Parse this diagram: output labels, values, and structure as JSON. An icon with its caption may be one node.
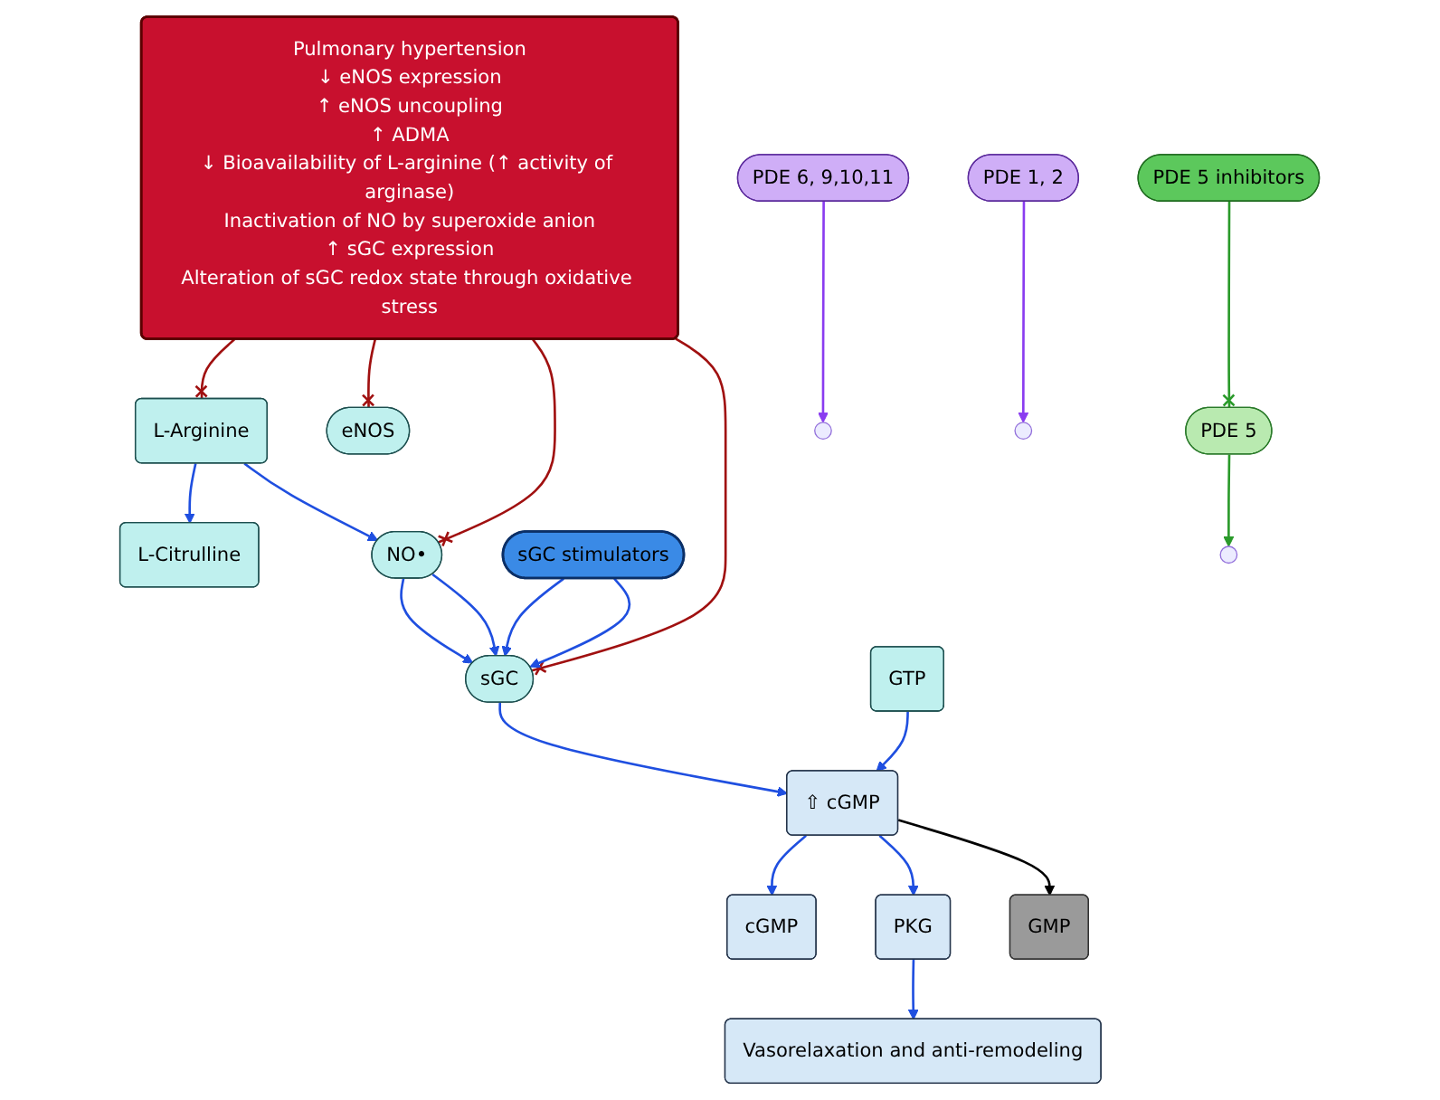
{
  "diagram": {
    "nodes": [
      {
        "text": [
          "Pulmonary hypertension",
          "↓ eNOS expression",
          "↑ eNOS uncoupling",
          "↑ ADMA",
          "↓ Bioavailability of L-arginine (↑ activity of arginase)",
          "Inactivation of NO by superoxide anion",
          "↑ sGC expression",
          "Alteration of sGC redox state through oxidative stress"
        ]
      },
      {
        "text": [
          "L-Arginine"
        ]
      },
      {
        "text": [
          "L-Citrulline"
        ]
      },
      {
        "text": [
          "eNOS"
        ]
      },
      {
        "text": [
          "NO•"
        ]
      },
      {
        "text": [
          "sGC stimulators"
        ]
      },
      {
        "text": [
          "sGC"
        ]
      },
      {
        "text": [
          "GTP"
        ]
      },
      {
        "text": [
          "⇧ cGMP"
        ]
      },
      {
        "text": [
          "cGMP"
        ]
      },
      {
        "text": [
          "PKG"
        ]
      },
      {
        "text": [
          "Vasorelaxation and anti-remodeling"
        ]
      },
      {
        "text": [
          "GMP"
        ]
      },
      {
        "text": [
          "PDE 6, 9,10,11"
        ]
      },
      {
        "text": [
          "PDE 5"
        ]
      },
      {
        "text": [
          "PDE 5 inhibitors"
        ]
      },
      {
        "text": [
          "PDE 1, 2"
        ]
      }
    ],
    "edges": [
      {
        "from": 0,
        "to": 1,
        "arrow": "other",
        "color": "#a01010"
      },
      {
        "from": 0,
        "to": 3,
        "arrow": "other",
        "color": "#a01010"
      },
      {
        "from": 0,
        "to": 4,
        "arrow": "other",
        "color": "#a01010"
      },
      {
        "from": 0,
        "to": 6,
        "arrow": "other",
        "color": "#a01010"
      },
      {
        "from": 1,
        "to": 2,
        "arrow": "to"
      },
      {
        "from": 1,
        "to": 4,
        "arrow": "to"
      },
      {
        "from": 4,
        "to": 6,
        "arrow": "to"
      },
      {
        "from": 4,
        "to": 6,
        "arrow": "to"
      },
      {
        "from": 5,
        "to": 6,
        "arrow": "to"
      },
      {
        "from": 5,
        "to": 6,
        "arrow": "to"
      },
      {
        "from": 6,
        "to": 8,
        "arrow": "to"
      },
      {
        "from": 7,
        "to": 8,
        "arrow": "to"
      },
      {
        "from": 8,
        "to": 9,
        "arrow": "to"
      },
      {
        "from": 8,
        "to": 10,
        "arrow": "to"
      },
      {
        "from": 10,
        "to": 11,
        "arrow": "to"
      },
      {
        "from": 8,
        "to": 12,
        "arrow": "to",
        "color": "#000000"
      },
      {
        "from": 13,
        "to": null,
        "arrow": "to",
        "color": "#8a3cf0"
      },
      {
        "from": 14,
        "to": null,
        "arrow": "to",
        "color": "#2a9a2a"
      },
      {
        "from": 16,
        "to": null,
        "arrow": "to",
        "color": "#8a3cf0"
      },
      {
        "from": 15,
        "to": 14,
        "arrow": "other",
        "color": "#2a9a2a"
      }
    ]
  }
}
